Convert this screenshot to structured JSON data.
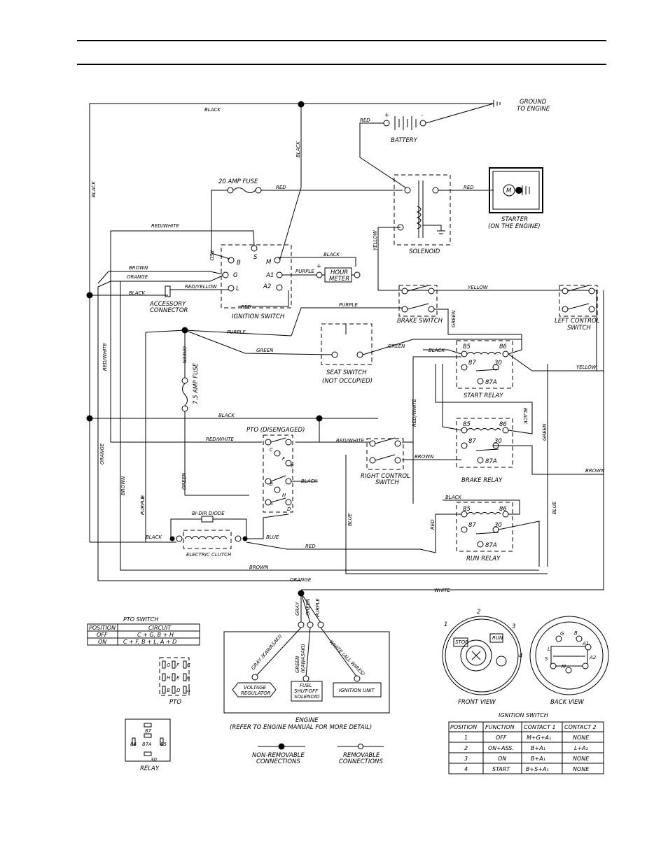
{
  "wires": {
    "black": "BLACK",
    "red": "RED",
    "red_white": "RED/WHITE",
    "red_yellow": "RED/YELLOW",
    "brown": "BROWN",
    "orange": "ORANGE",
    "yellow": "YELLOW",
    "purple": "PURPLE",
    "green": "GREEN",
    "blue": "BLUE",
    "white": "WHITE",
    "gray": "GRAY"
  },
  "components": {
    "ground_l1": "GROUND",
    "ground_l2": "TO ENGINE",
    "battery": "BATTERY",
    "battery_plus": "+",
    "battery_minus": "-",
    "fuse20": "20 AMP FUSE",
    "fuse75": "7.5 AMP FUSE",
    "starter_l1": "STARTER",
    "starter_l2": "(ON THE ENGINE)",
    "motor": "M",
    "solenoid": "SOLENOID",
    "hour_l1": "HOUR",
    "hour_l2": "METER",
    "hour_plus": "+",
    "hour_minus": "-",
    "ign_switch": "IGNITION SWITCH",
    "ign_s": "S",
    "ign_m": "M",
    "ign_b": "B",
    "ign_g": "G",
    "ign_l": "L",
    "ign_a1": "A1",
    "ign_a2": "A2",
    "acc_l1": "ACCESSORY",
    "acc_l2": "CONNECTOR",
    "brake_switch": "BRAKE SWITCH",
    "left_ctrl_l1": "LEFT CONTROL",
    "left_ctrl_l2": "SWITCH",
    "seat_l1": "SEAT SWITCH",
    "seat_l2": "(NOT OCCUPIED)",
    "start_relay": "START RELAY",
    "brake_relay": "BRAKE RELAY",
    "run_relay": "RUN RELAY",
    "r85": "85",
    "r86": "86",
    "r87": "87",
    "r30": "30",
    "r87a": "87A",
    "pto_dis": "PTO (DISENGAGED)",
    "pto_c": "C",
    "pto_f": "F",
    "pto_e": "E",
    "pto_b": "B",
    "pto_h": "H",
    "pto_a": "A",
    "pto_d": "D",
    "right_ctrl_l1": "RIGHT CONTROL",
    "right_ctrl_l2": "SWITCH",
    "diode": "BI-DIR DIODE",
    "clutch": "ELECTRIC CLUTCH",
    "engine_l1": "ENGINE",
    "engine_l2": "(REFER TO ENGINE MANUAL FOR MORE DETAIL)",
    "gray_kaw": "GRAY (KAWASAKI)",
    "green_kaw_l1": "GREEN",
    "green_kaw_l2": "(KAWASAKI)",
    "white_all": "WHITE (ALL WIRES)",
    "volt_l1": "VOLTAGE",
    "volt_l2": "REGULATOR",
    "fuel_l1": "FUEL",
    "fuel_l2": "SHUT-OFF",
    "fuel_l3": "SOLENOID",
    "ignition_unit": "IGNITION UNIT",
    "purple_e": "E"
  },
  "pto_table": {
    "title": "PTO SWITCH",
    "headers": [
      "POSITION",
      "CIRCUIT"
    ],
    "rows": [
      [
        "OFF",
        "C + G, B + H"
      ],
      [
        "ON",
        "C + F, B + L, A + D"
      ]
    ]
  },
  "pto_pins": {
    "label": "PTO",
    "left": [
      "G",
      "H",
      "B"
    ],
    "right": [
      "C",
      "E",
      "A"
    ],
    "mid": [
      "F",
      "E",
      "D"
    ]
  },
  "relay_diagram": {
    "label": "RELAY",
    "p87": "87",
    "p87a": "87A",
    "p86": "86",
    "p85": "85",
    "p30": "30"
  },
  "legend": {
    "nonremovable_l1": "NON-REMOVABLE",
    "nonremovable_l2": "CONNECTIONS",
    "removable_l1": "REMOVABLE",
    "removable_l2": "CONNECTIONS"
  },
  "views": {
    "front": "FRONT VIEW",
    "back": "BACK VIEW",
    "n1": "1",
    "n2": "2",
    "n3": "3",
    "n4": "4",
    "front_stop": "STOP",
    "front_run": "RUN",
    "back_g": "G",
    "back_b": "B",
    "back_a1": "A1",
    "back_l": "L",
    "back_s": "S",
    "back_m": "M",
    "back_a2": "A2"
  },
  "ign_table": {
    "title": "IGNITION SWITCH",
    "headers": [
      "POSITION",
      "FUNCTION",
      "CONTACT 1",
      "CONTACT 2"
    ],
    "rows": [
      [
        "1",
        "OFF",
        "M+G+A₁",
        "NONE"
      ],
      [
        "2",
        "ON+ASS.",
        "B+A₁",
        "L+A₂"
      ],
      [
        "3",
        "ON",
        "B+A₁",
        "NONE"
      ],
      [
        "4",
        "START",
        "B+S+A₁",
        "NONE"
      ]
    ]
  }
}
